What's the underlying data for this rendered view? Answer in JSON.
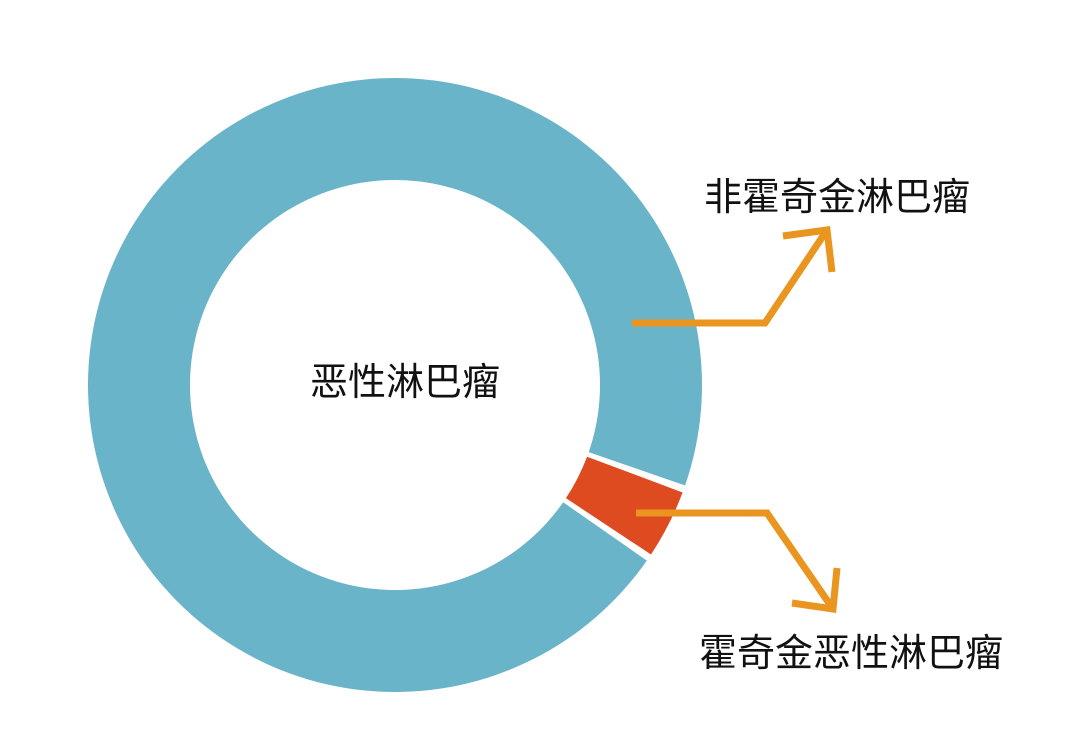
{
  "chart_data": {
    "type": "pie",
    "donut": true,
    "title": "",
    "center_label": "恶性淋巴瘤",
    "categories": [
      "非霍奇金淋巴瘤",
      "霍奇金恶性淋巴瘤"
    ],
    "values": [
      96,
      4
    ],
    "colors": [
      "#6ab4ca",
      "#de4b20"
    ],
    "callout_color": "#e9951f",
    "legend": "none"
  }
}
